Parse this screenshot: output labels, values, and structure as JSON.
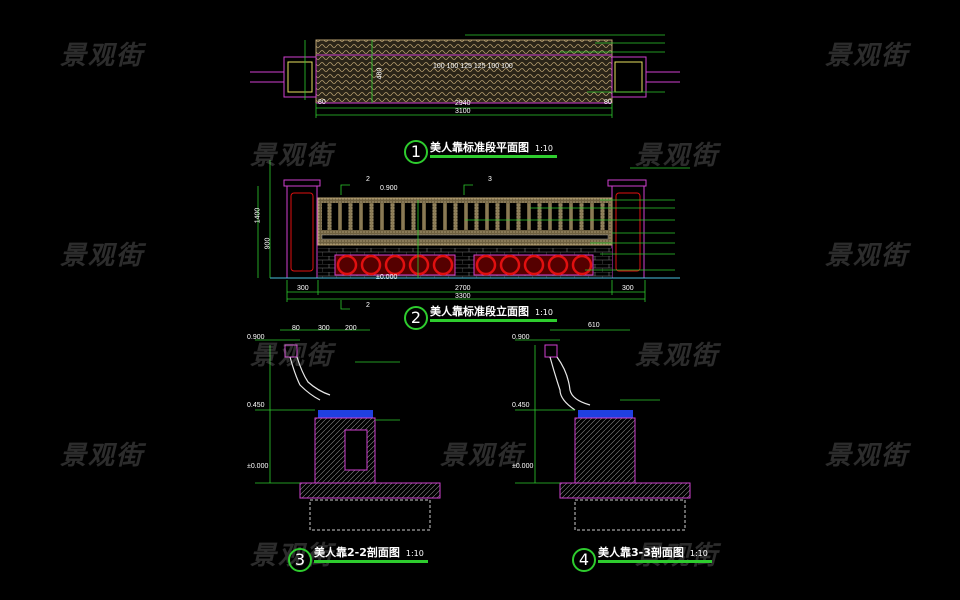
{
  "watermark": "景观街",
  "views": [
    {
      "number": "1",
      "title": "美人靠标准段平面图",
      "scale": "1:10"
    },
    {
      "number": "2",
      "title": "美人靠标准段立面图",
      "scale": "1:10"
    },
    {
      "number": "3",
      "title": "美人靠2-2剖面图",
      "scale": "1:10"
    },
    {
      "number": "4",
      "title": "美人靠3-3剖面图",
      "scale": "1:10"
    }
  ],
  "plan_dims": {
    "inner": "2940",
    "overall": "3100",
    "left": "80",
    "right": "80",
    "depth": "480",
    "spacing": "100 100 125 125 100 100"
  },
  "elev_dims": {
    "post_left": "300",
    "middle": "2700",
    "post_right": "300",
    "overall": "3300",
    "height": "1400",
    "lower": "900",
    "top_level": "0.900",
    "ground_level": "±0.000",
    "section_a": "2",
    "section_b": "3"
  },
  "sec3_dims": {
    "a": "80",
    "b": "300",
    "c": "200",
    "top": "0.900",
    "mid": "0.450",
    "ground": "±0.000"
  },
  "sec4_dims": {
    "top_width": "610",
    "top": "0.900",
    "mid": "0.450",
    "ground": "±0.000"
  },
  "colors": {
    "background": "#000000",
    "dim": "#2ecc2e",
    "post": "#d040d0",
    "wood": "#b8a070",
    "pattern": "#e01010"
  }
}
